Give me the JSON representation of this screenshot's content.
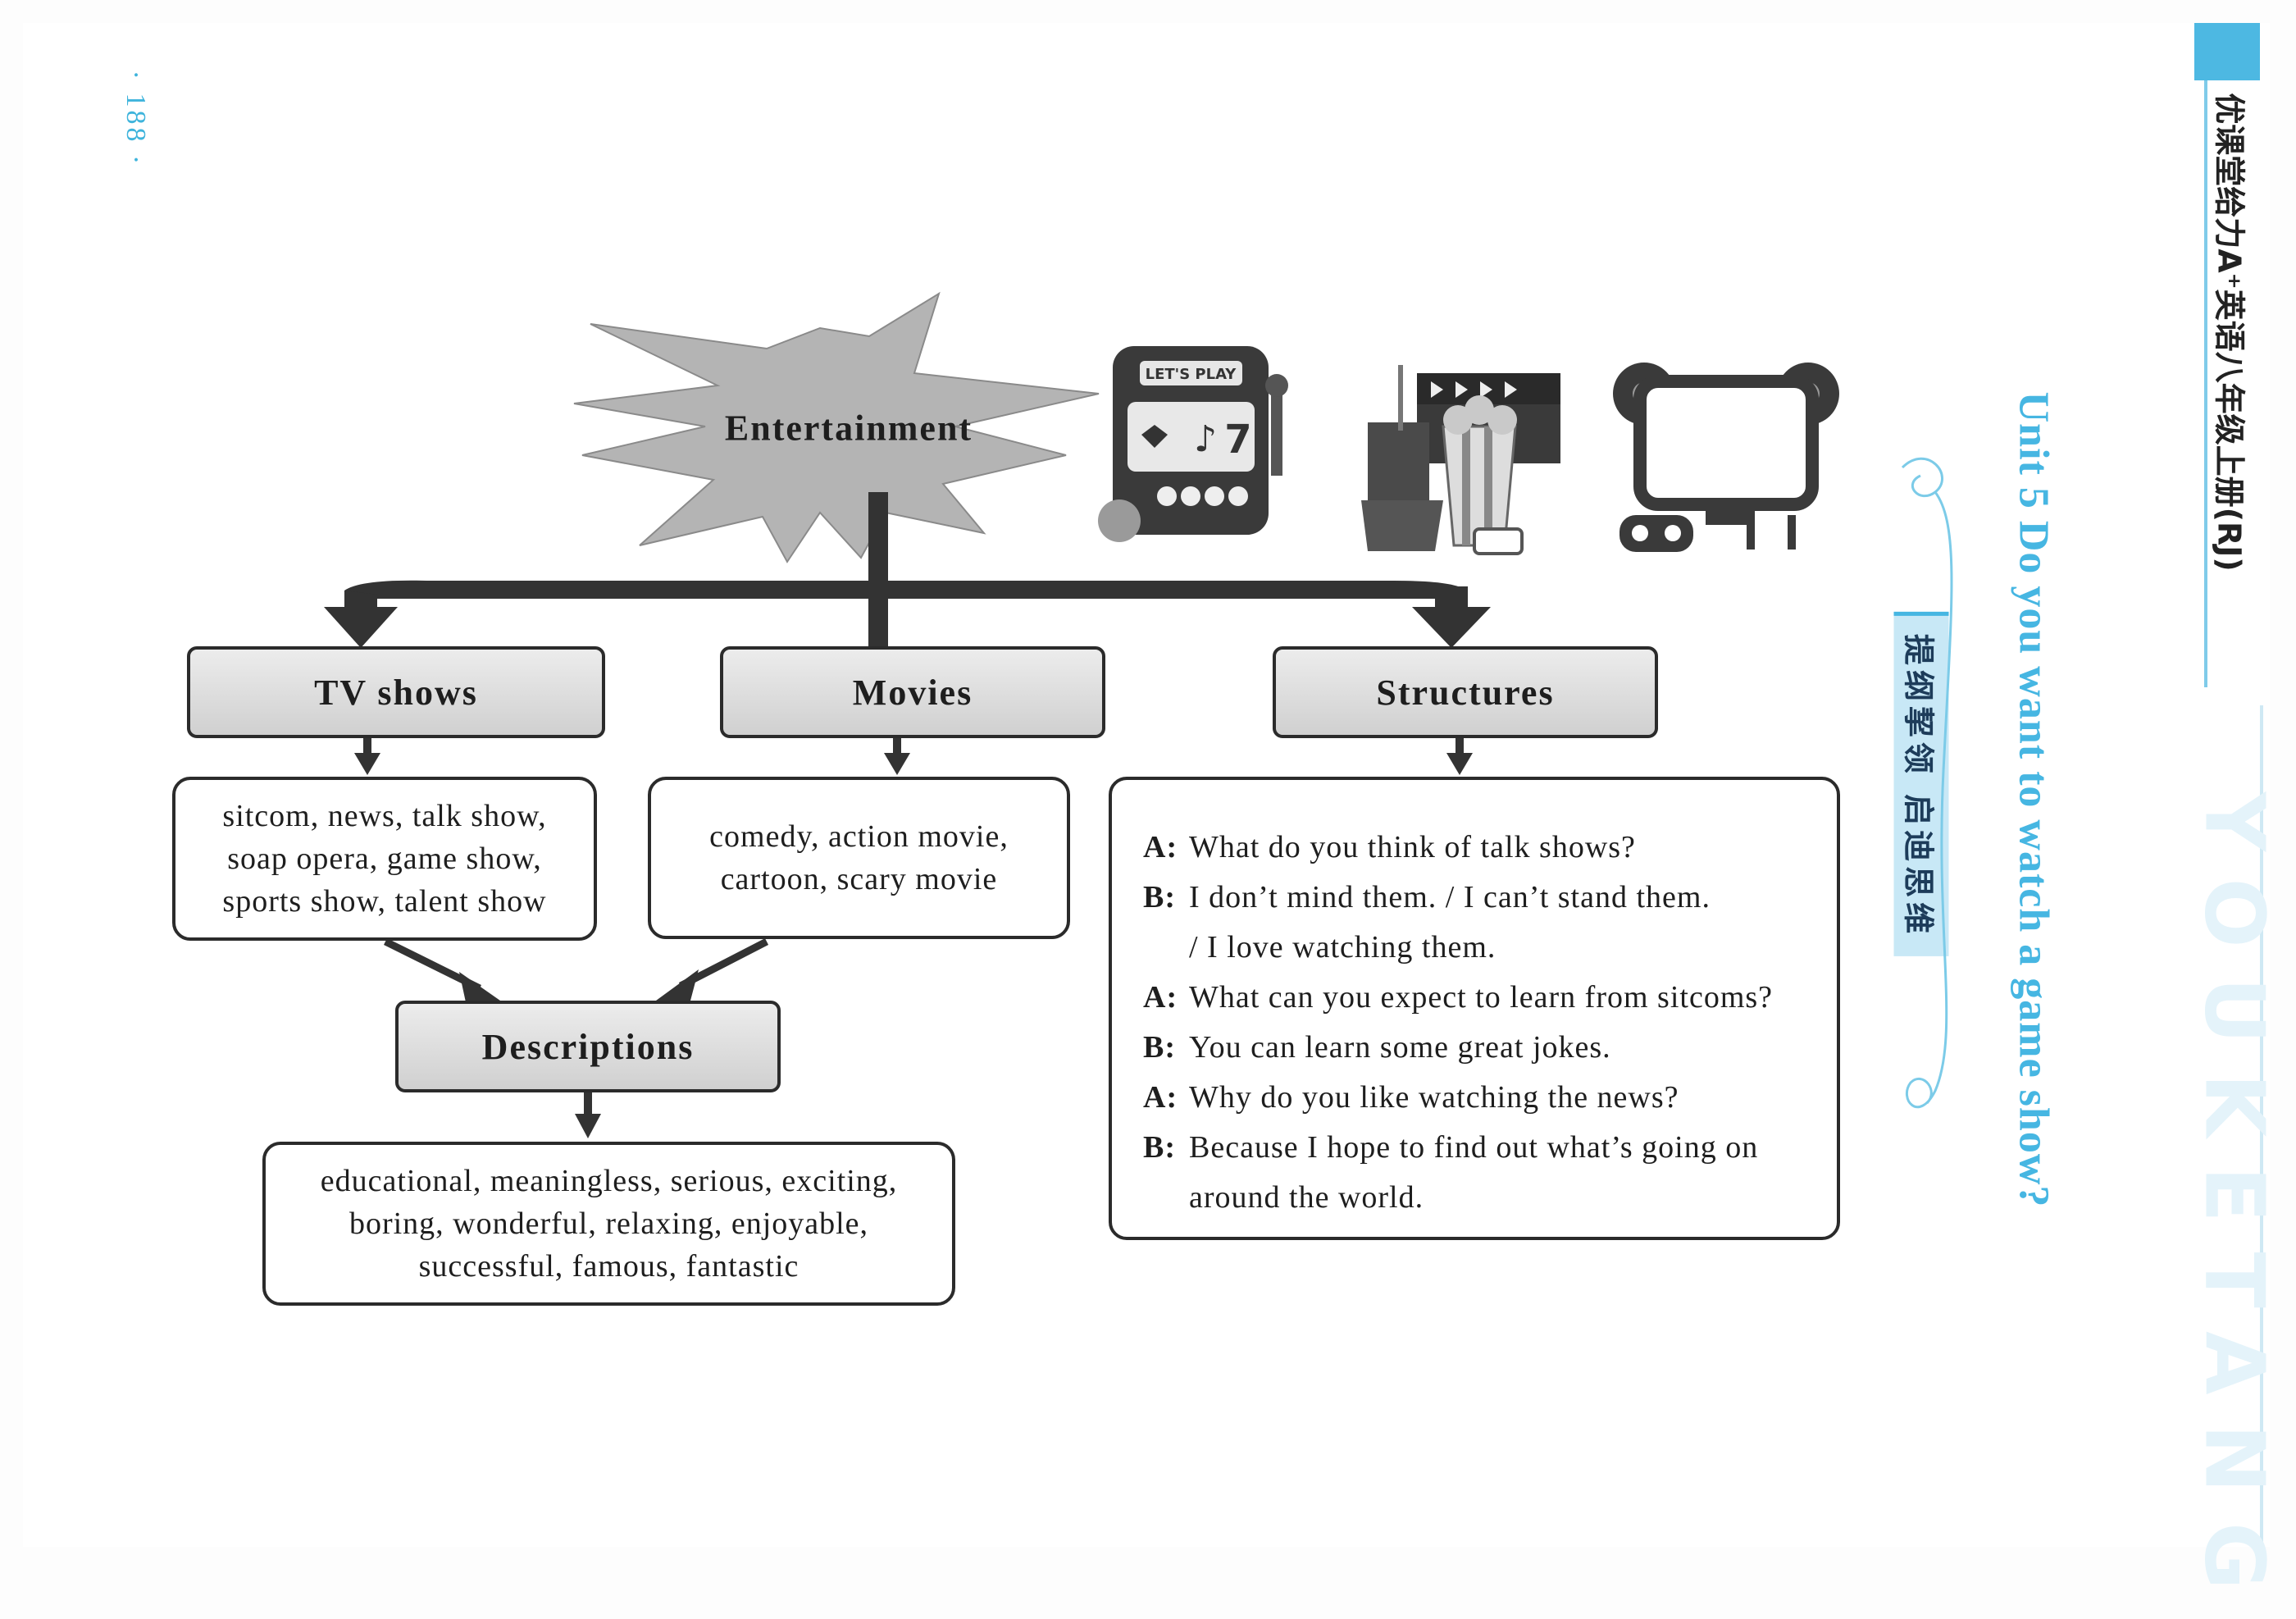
{
  "page_number": "· 188 ·",
  "header": {
    "book_title": "优课堂给力A⁺英语八年级上册(RJ)",
    "unit_title": "Unit 5  Do you want to watch a game show?",
    "section_tag": "提纲挈领  启迪思维",
    "watermark": "YOUKETANG"
  },
  "diagram": {
    "center": "Entertainment",
    "icons": [
      "slot-machine-icon",
      "cinema-icon",
      "tv-game-icon"
    ],
    "slot_label": "LET'S PLAY",
    "categories": {
      "tv_shows": {
        "title": "TV shows",
        "lines": [
          "sitcom, news, talk show,",
          "soap opera, game show,",
          "sports show, talent show"
        ]
      },
      "movies": {
        "title": "Movies",
        "lines": [
          "comedy, action movie,",
          "cartoon, scary movie"
        ]
      },
      "structures": {
        "title": "Structures",
        "lines": [
          {
            "speaker": "A:",
            "text": "What do you think of talk shows?"
          },
          {
            "speaker": "B:",
            "text": "I don’t mind them. / I  can’t stand them."
          },
          {
            "speaker": "",
            "text": "/ I love watching them."
          },
          {
            "speaker": "A:",
            "text": "What can you expect to learn from sitcoms?"
          },
          {
            "speaker": "B:",
            "text": "You can learn some great jokes."
          },
          {
            "speaker": "A:",
            "text": "Why do you like watching the news?"
          },
          {
            "speaker": "B:",
            "text": "Because I hope to find out  what’s going on"
          },
          {
            "speaker": "",
            "text": "around the world."
          }
        ]
      },
      "descriptions": {
        "title": "Descriptions",
        "lines": [
          "educational, meaningless, serious, exciting,",
          "boring, wonderful, relaxing, enjoyable,",
          "successful, famous, fantastic"
        ]
      }
    }
  }
}
